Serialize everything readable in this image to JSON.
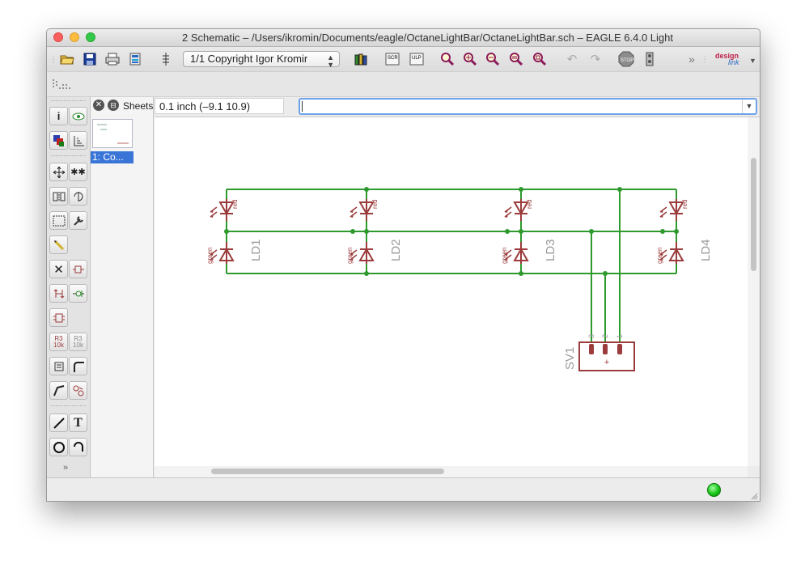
{
  "window": {
    "title": "2 Schematic – /Users/ikromin/Documents/eagle/OctaneLightBar/OctaneLightBar.sch – EAGLE 6.4.0 Light"
  },
  "toolbar": {
    "sheet_select": "1/1 Copyright Igor Kromir",
    "design_link": "design link"
  },
  "sheets": {
    "header": "Sheets",
    "items": [
      "1: Co..."
    ]
  },
  "coords": "0.1 inch (–9.1 10.9)",
  "command": {
    "value": ""
  },
  "schematic": {
    "leds": [
      {
        "name": "LD1",
        "top_value": "red",
        "bottom_value": "green"
      },
      {
        "name": "LD2",
        "top_value": "red",
        "bottom_value": "green"
      },
      {
        "name": "LD3",
        "top_value": "red",
        "bottom_value": "green"
      },
      {
        "name": "LD4",
        "top_value": "red",
        "bottom_value": "green"
      }
    ],
    "connector": {
      "name": "SV1",
      "pins": [
        "3",
        "2",
        "1"
      ],
      "symbol": "+"
    }
  },
  "colors": {
    "wire": "#2e9a2e",
    "part": "#9b3b3b",
    "label": "#9a9a9a"
  },
  "icons": {
    "left_tools": [
      "info-icon",
      "eye-icon",
      "layer-display-icon",
      "mark-icon",
      "move-icon",
      "copy-icon",
      "mirror-icon",
      "rotate-icon",
      "group-icon",
      "change-icon",
      "paste-icon",
      "delete-icon",
      "add-icon",
      "replace-icon",
      "name-icon",
      "value-icon",
      "smash-icon",
      "miter-icon",
      "split-icon",
      "invoke-icon",
      "wire-icon",
      "text-icon",
      "circle-icon",
      "arc-icon",
      "more-icon"
    ]
  }
}
